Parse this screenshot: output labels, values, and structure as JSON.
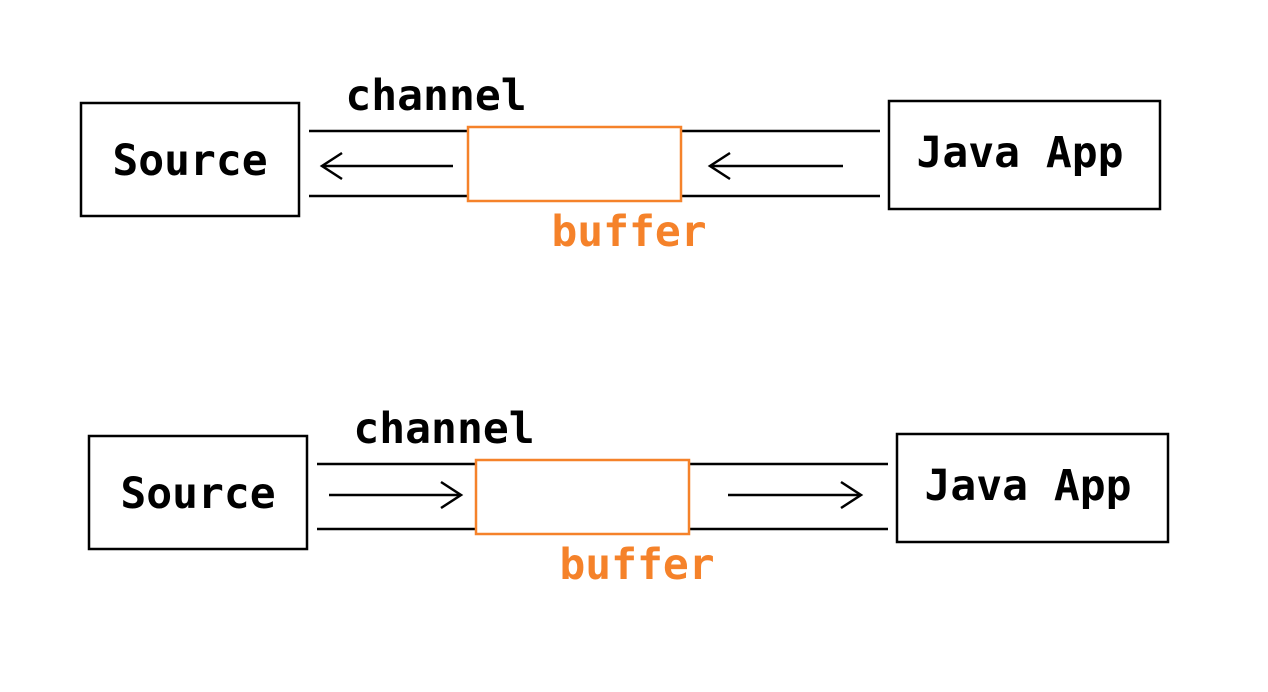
{
  "colors": {
    "line": "#000000",
    "buffer": "#f5822a"
  },
  "diagrams": [
    {
      "direction": "right-to-left",
      "source_label": "Source",
      "app_label": "Java App",
      "channel_label": "channel",
      "buffer_label": "buffer"
    },
    {
      "direction": "left-to-right",
      "source_label": "Source",
      "app_label": "Java App",
      "channel_label": "channel",
      "buffer_label": "buffer"
    }
  ]
}
